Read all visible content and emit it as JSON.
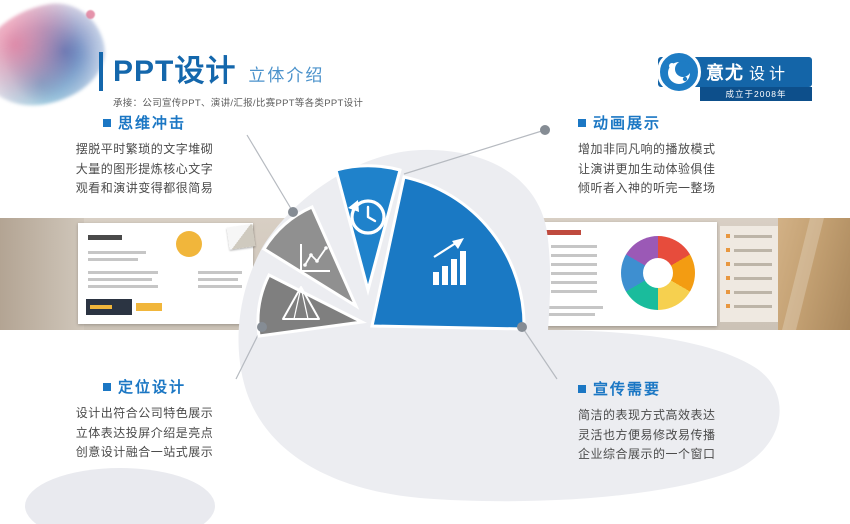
{
  "header": {
    "title": "PPT设计",
    "subtitle": "立体介绍",
    "tagline": "承接：公司宣传PPT、演讲/汇报/比赛PPT等各类PPT设计"
  },
  "badge": {
    "brand_bold": "意尤",
    "brand_light": "设计",
    "since": "成立于2008年"
  },
  "sections": {
    "mind": {
      "heading": "思维冲击",
      "lines": [
        "摆脱平时繁琐的文字堆砌",
        "大量的图形提炼核心文字",
        "观看和演讲变得都很简易"
      ]
    },
    "animation": {
      "heading": "动画展示",
      "lines": [
        "增加非同凡响的播放模式",
        "让演讲更加生动体验俱佳",
        "倾听者入神的听完一整场"
      ]
    },
    "positioning": {
      "heading": "定位设计",
      "lines": [
        "设计出符合公司特色展示",
        "立体表达投屏介绍是亮点",
        "创意设计融合一站式展示"
      ]
    },
    "promotion": {
      "heading": "宣传需要",
      "lines": [
        "简洁的表现方式高效表达",
        "灵活也方便易修改易传播",
        "企业综合展示的一个窗口"
      ]
    }
  },
  "fan": {
    "wedges": [
      {
        "icon": "pyramid-icon",
        "color": "#7f7f7f"
      },
      {
        "icon": "line-chart-icon",
        "color": "#909090"
      },
      {
        "icon": "history-clock-icon",
        "color": "#1f82cb"
      },
      {
        "icon": "bar-growth-icon",
        "color": "#1a79c4"
      }
    ]
  },
  "colors": {
    "accent_blue": "#1b77c4",
    "title_blue": "#1467ac",
    "badge_blue": "#1465a8",
    "wedge_gray": "#8a8a8a",
    "body_text": "#4a4a4a"
  }
}
